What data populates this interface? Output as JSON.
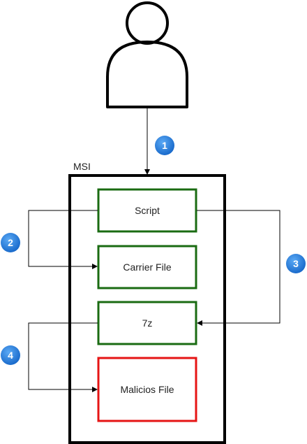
{
  "diagram": {
    "container_label": "MSI",
    "boxes": {
      "script": "Script",
      "carrier": "Carrier File",
      "sevenz": "7z",
      "malicious": "Malicios File"
    },
    "steps": [
      "1",
      "2",
      "3",
      "4"
    ]
  },
  "icons": {
    "user": "user-icon"
  },
  "colors": {
    "normal_border": "#1a6b12",
    "malicious_border": "#e61414",
    "container_border": "#000000",
    "badge_fill": "#1f7ee3",
    "arrow": "#000000"
  }
}
